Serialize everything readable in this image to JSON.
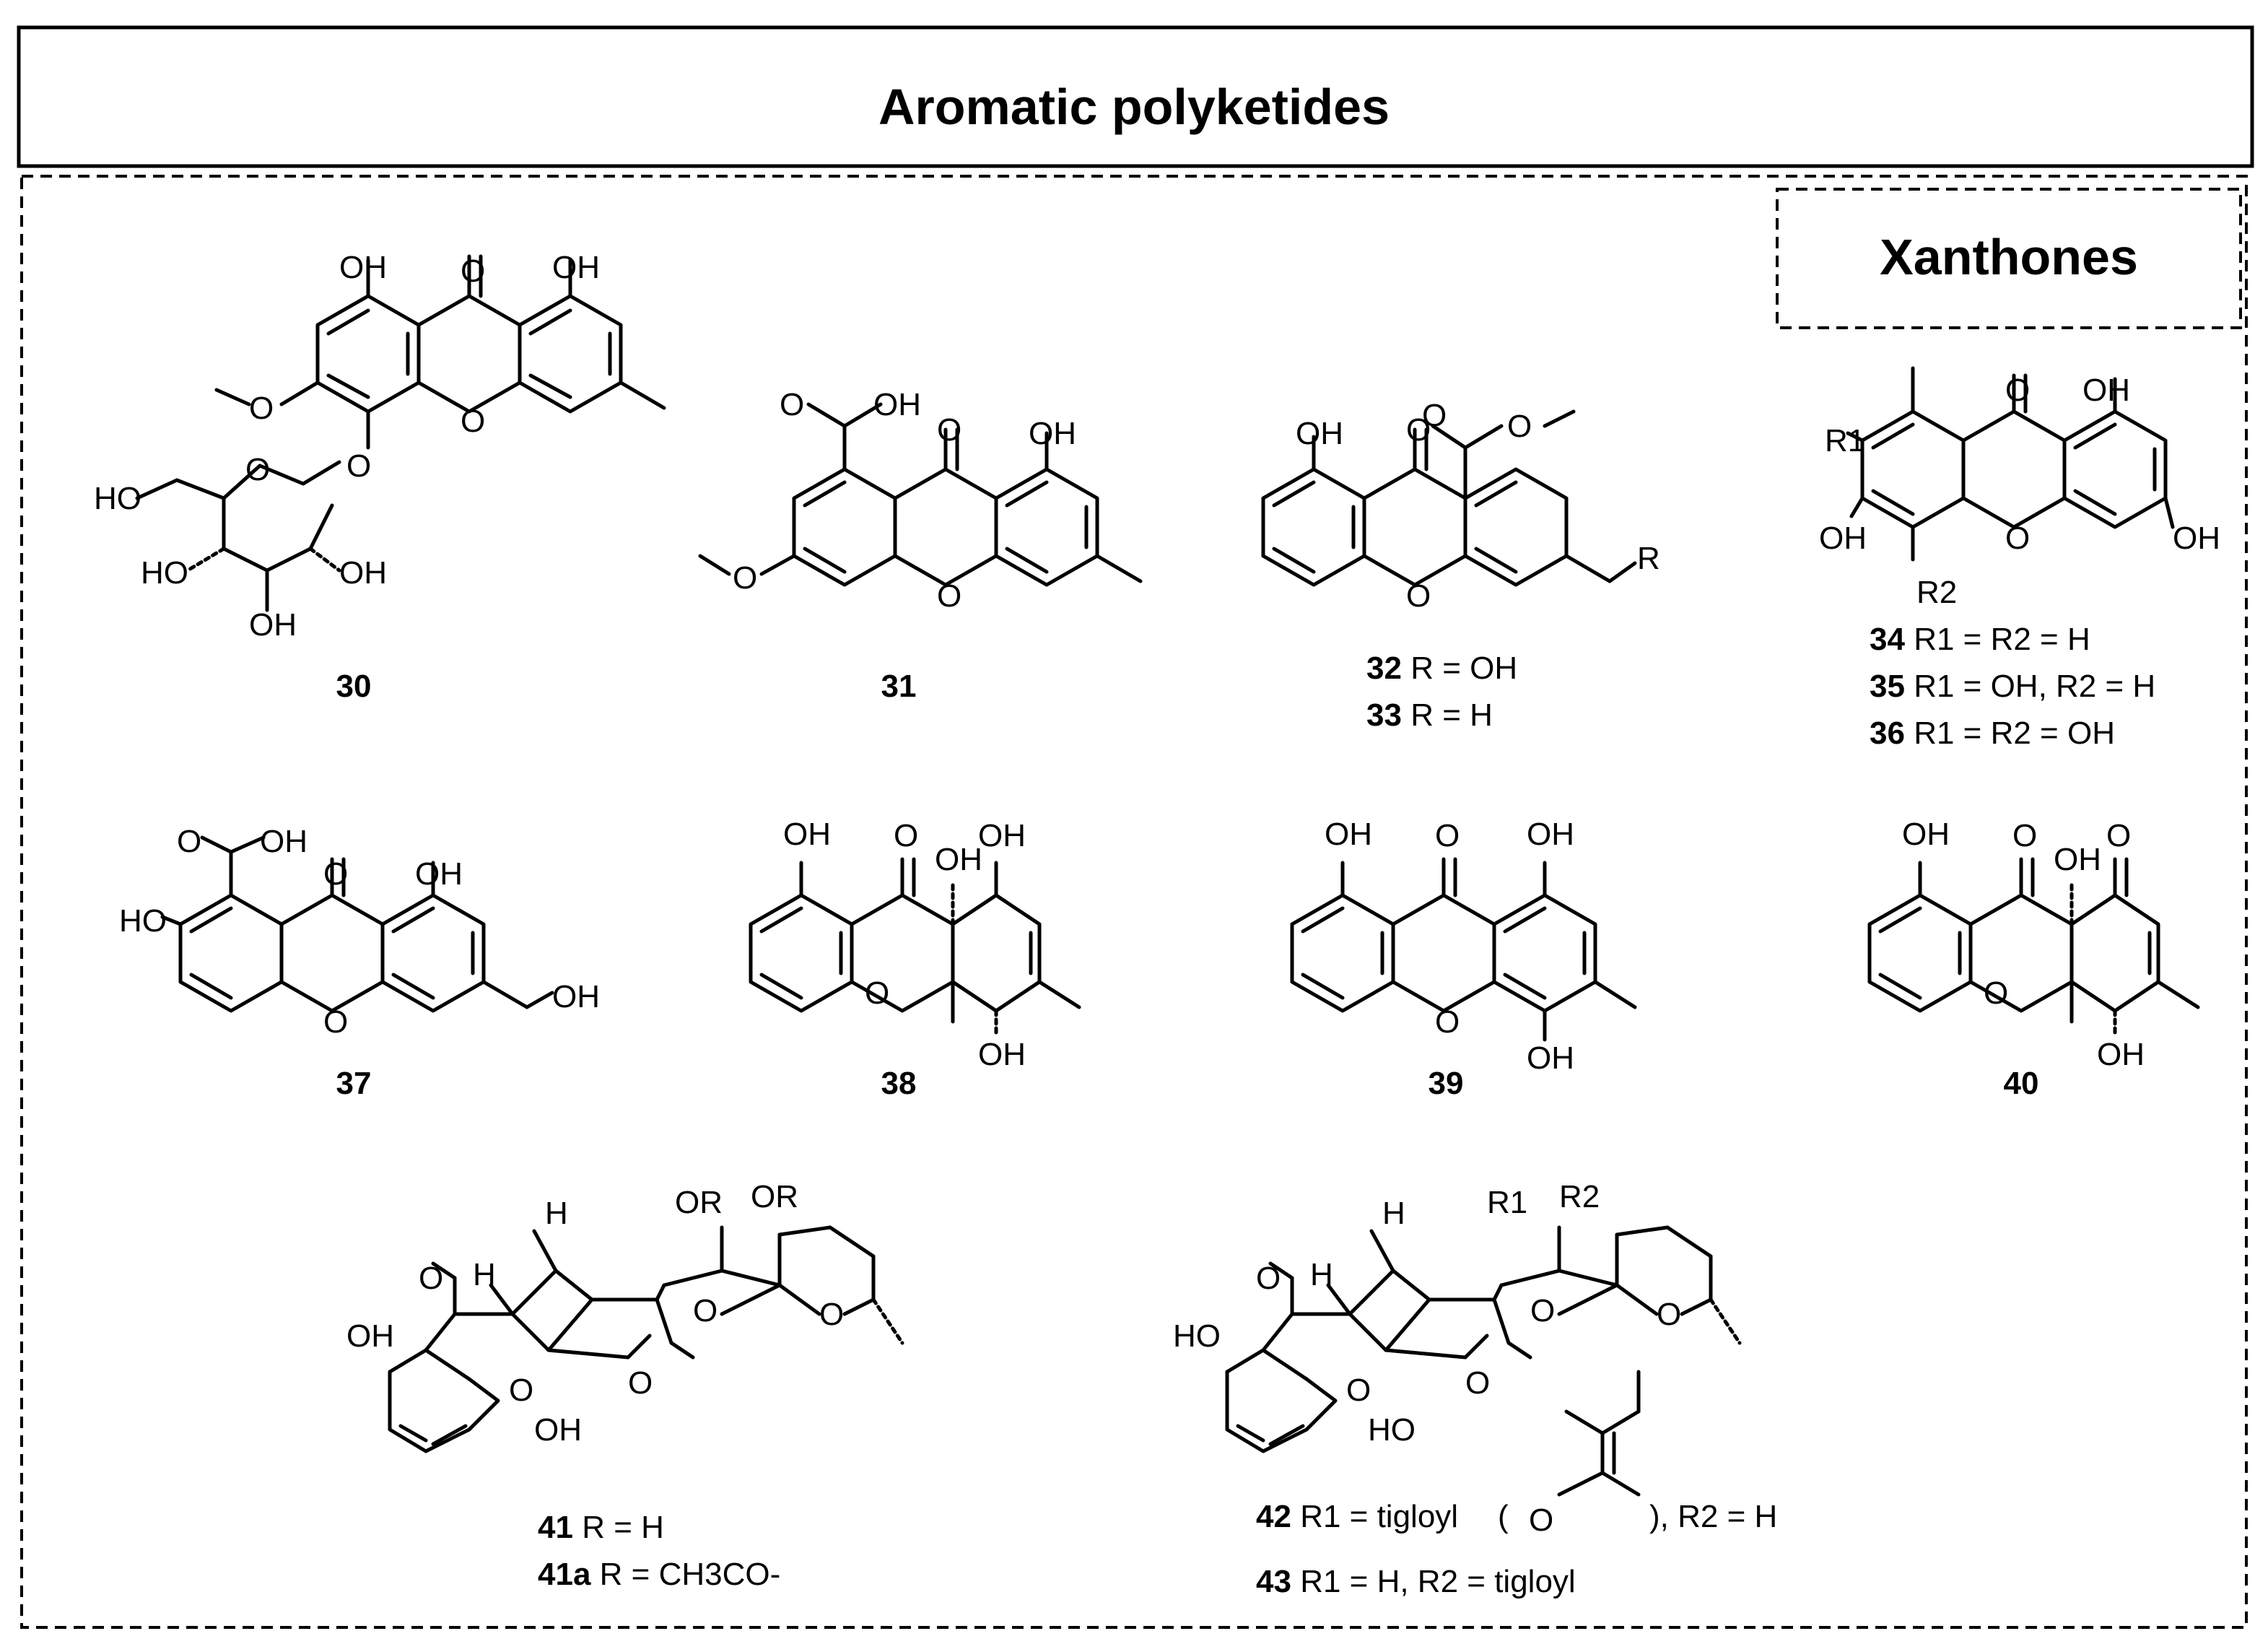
{
  "header": {
    "title": "Aromatic polyketides"
  },
  "section": {
    "title": "Xanthones"
  },
  "compounds": {
    "c30": {
      "number": "30"
    },
    "c31": {
      "number": "31"
    },
    "c32": {
      "number": "32",
      "caption": "R = OH"
    },
    "c33": {
      "number": "33",
      "caption": "R = H"
    },
    "c34": {
      "number": "34",
      "caption": "R1 = R2 = H"
    },
    "c35": {
      "number": "35",
      "caption": "R1 = OH, R2 = H"
    },
    "c36": {
      "number": "36",
      "caption": "R1 = R2 = OH"
    },
    "c37": {
      "number": "37"
    },
    "c38": {
      "number": "38"
    },
    "c39": {
      "number": "39"
    },
    "c40": {
      "number": "40"
    },
    "c41": {
      "number": "41",
      "caption": "R = H"
    },
    "c41a": {
      "number": "41a",
      "caption": "R = CH3CO-"
    },
    "c42": {
      "number": "42",
      "caption_a": "R1 = tigloyl",
      "caption_b": "), R2 = H"
    },
    "c43": {
      "number": "43",
      "caption": "R1 = H, R2 = tigloyl"
    }
  },
  "atoms": {
    "oh": "OH",
    "o": "O",
    "ho": "HO",
    "h": "H",
    "r": "R",
    "r1": "R1",
    "r2": "R2",
    "or": "OR",
    "paren": "("
  }
}
